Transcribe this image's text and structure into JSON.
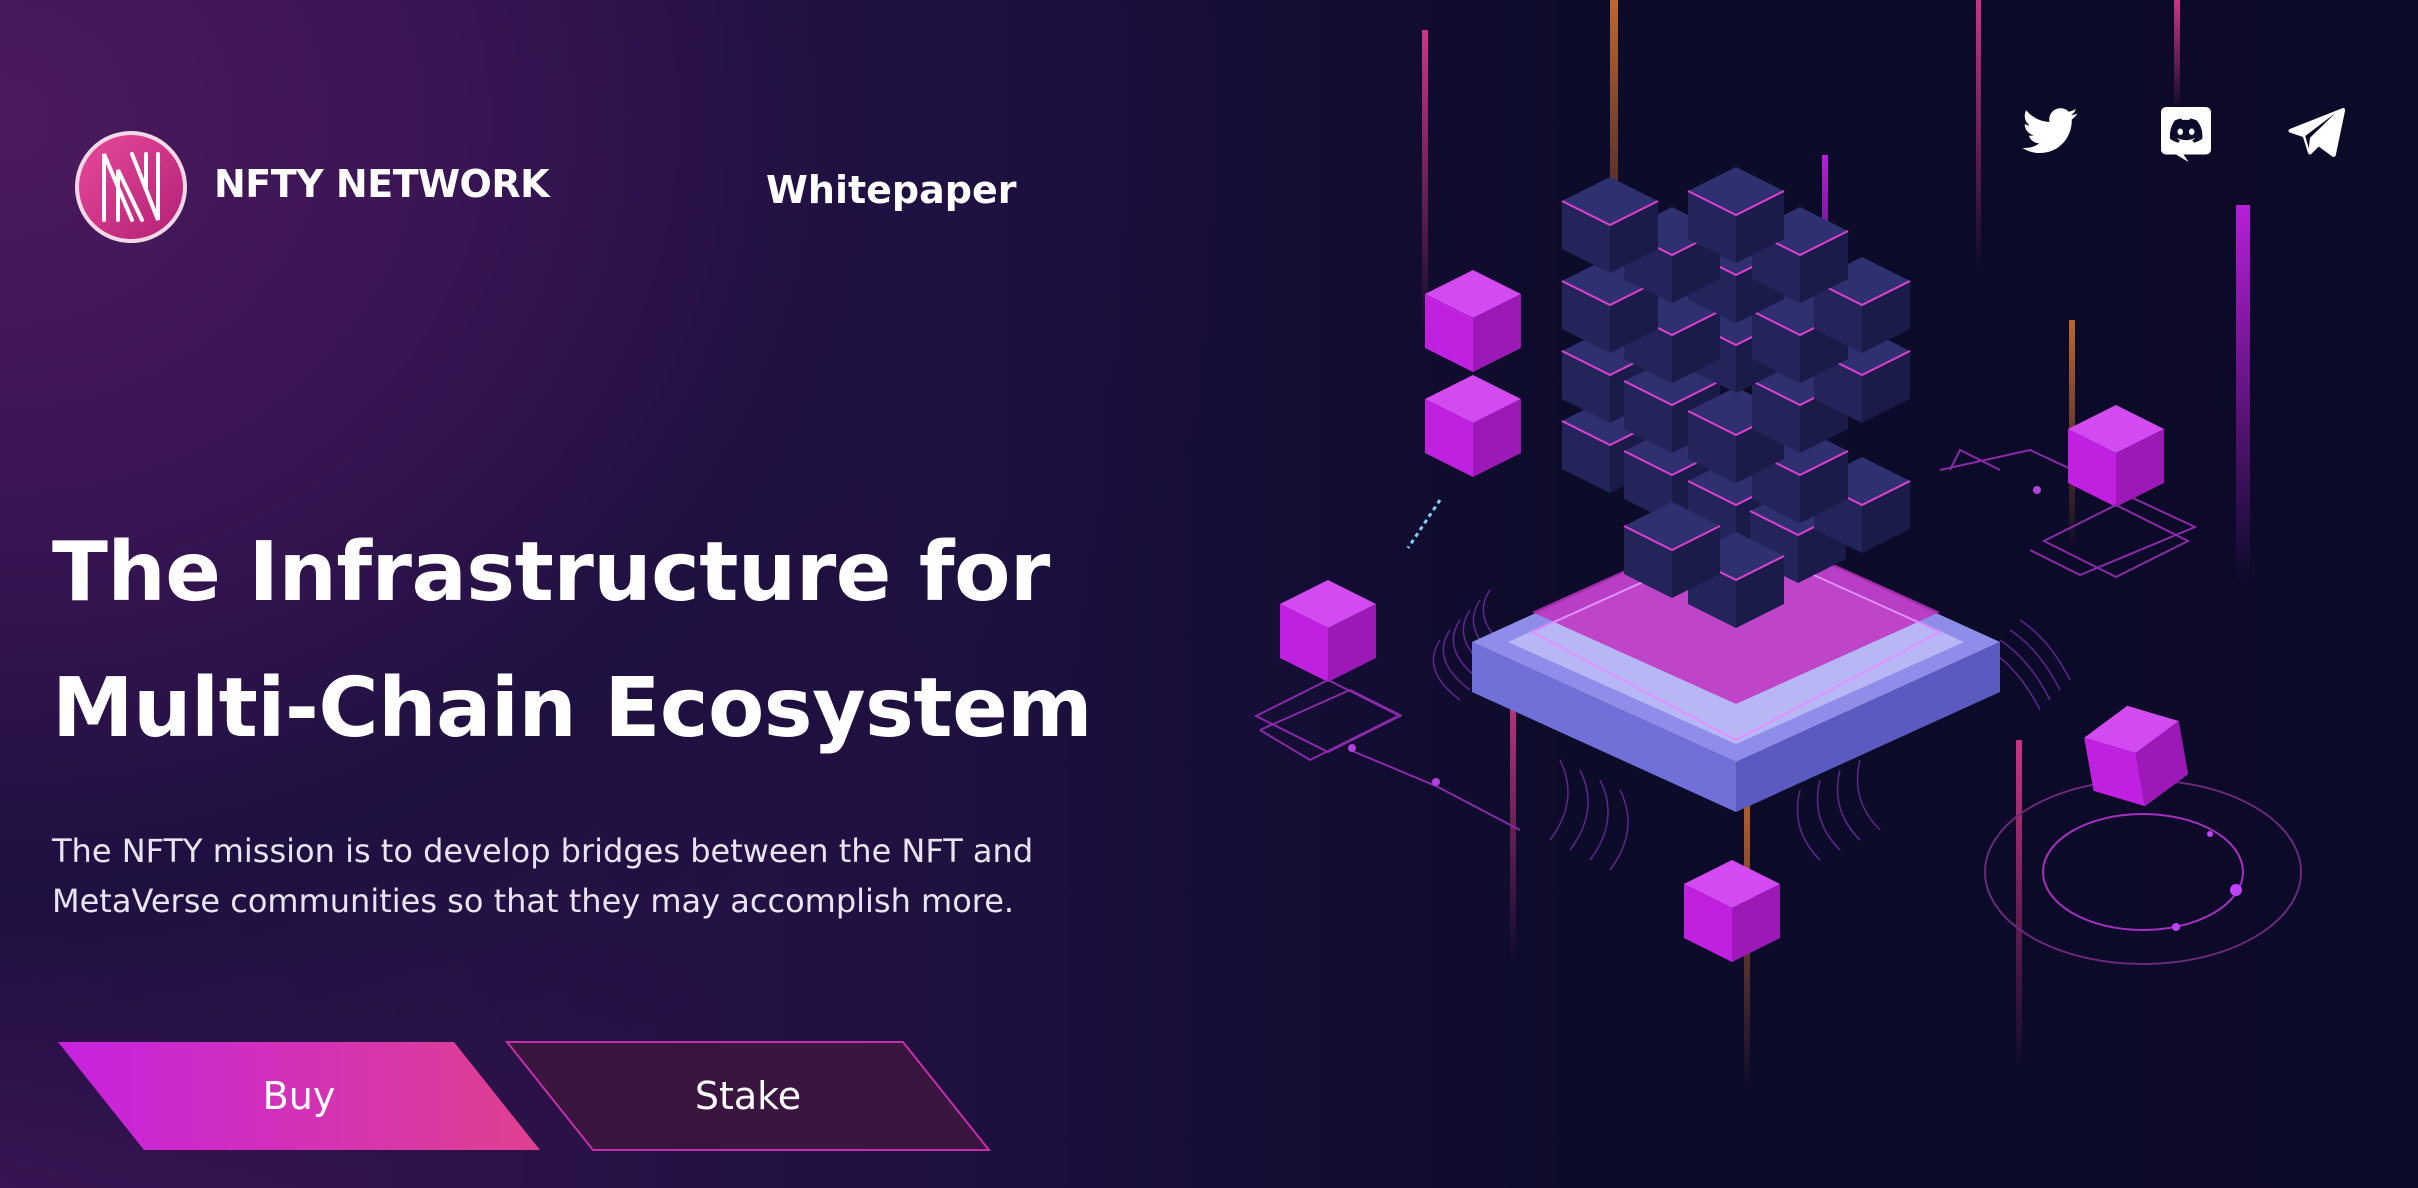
{
  "header": {
    "brand_name": "NFTY NETWORK",
    "logo_icon": "nfty-logo-icon",
    "nav": {
      "whitepaper_label": "Whitepaper"
    },
    "social": [
      {
        "name": "twitter-icon"
      },
      {
        "name": "discord-icon"
      },
      {
        "name": "telegram-icon"
      }
    ]
  },
  "hero": {
    "title_line1": "The Infrastructure for",
    "title_line2": "Multi-Chain Ecosystem",
    "description_line1": "The NFTY mission is to develop bridges between the NFT and",
    "description_line2": "MetaVerse communities so that they may accomplish more.",
    "buy_label": "Buy",
    "stake_label": "Stake"
  },
  "colors": {
    "accent_magenta": "#c722e0",
    "accent_pink": "#e0408f",
    "background_dark": "#0d0b2a",
    "background_purple": "#3a1554"
  }
}
